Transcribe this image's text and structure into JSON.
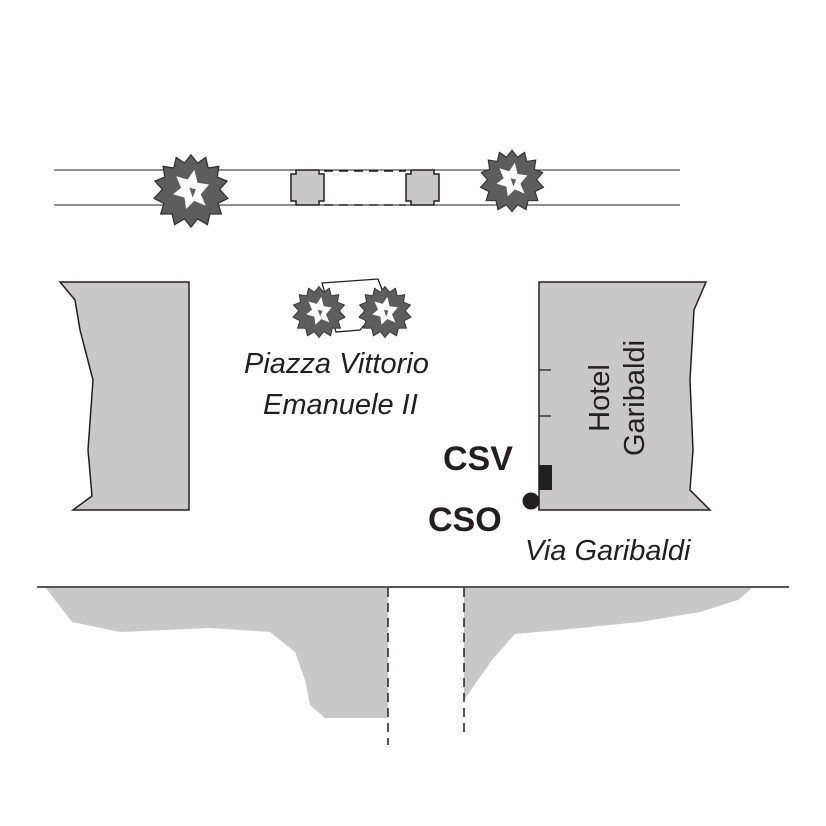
{
  "labels": {
    "piazza_line1": "Piazza Vittorio",
    "piazza_line2": "Emanuele II",
    "via": "Via Garibaldi",
    "hotel_line1": "Hotel",
    "hotel_line2": "Garibaldi",
    "csv": "CSV",
    "cso": "CSO"
  },
  "colors": {
    "building_fill": "#c8c8c8",
    "tree_fill": "#5d5d5d",
    "ink": "#231f20"
  },
  "icons": {
    "tree": "tree-icon",
    "stop_csv": "square-marker-icon",
    "stop_cso": "circle-marker-icon"
  }
}
